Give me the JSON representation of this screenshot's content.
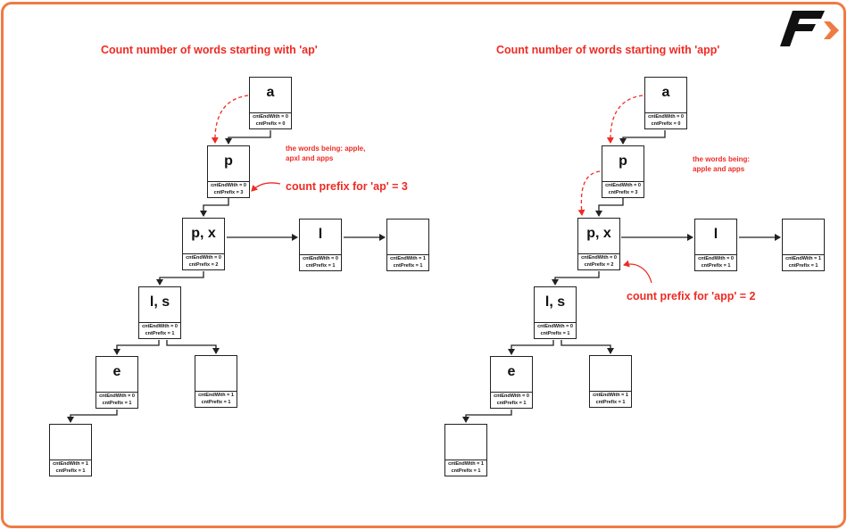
{
  "colors": {
    "accent": "#ee2b24",
    "frame": "#ee7b45",
    "node_border": "#222222"
  },
  "logo": {
    "icon": "f-arrow-logo-icon"
  },
  "left_panel": {
    "title": "Count number of words starting with 'ap'",
    "note_line1": "the words being: apple,",
    "note_line2": "apxl and apps",
    "callout": "count prefix for 'ap' = 3",
    "nodes": [
      {
        "label": "a",
        "end": "cntEndWith = 0",
        "prefix": "cntPrefix = 0"
      },
      {
        "label": "p",
        "end": "cntEndWith = 0",
        "prefix": "cntPrefix = 3"
      },
      {
        "label": "p, x",
        "end": "cntEndWith = 0",
        "prefix": "cntPrefix = 2"
      },
      {
        "label": "l",
        "end": "cntEndWith = 0",
        "prefix": "cntPrefix = 1"
      },
      {
        "label": "",
        "end": "cntEndWith = 1",
        "prefix": "cntPrefix = 1"
      },
      {
        "label": "l, s",
        "end": "cntEndWith = 0",
        "prefix": "cntPrefix = 1"
      },
      {
        "label": "e",
        "end": "cntEndWith = 0",
        "prefix": "cntPrefix = 1"
      },
      {
        "label": "",
        "end": "cntEndWith = 1",
        "prefix": "cntPrefix = 1"
      },
      {
        "label": "",
        "end": "cntEndWith = 1",
        "prefix": "cntPrefix = 1"
      }
    ]
  },
  "right_panel": {
    "title": "Count number of words starting with 'app'",
    "note_line1": "the words being:",
    "note_line2": "apple and apps",
    "callout": "count prefix for 'app' = 2",
    "nodes": [
      {
        "label": "a",
        "end": "cntEndWith = 0",
        "prefix": "cntPrefix = 0"
      },
      {
        "label": "p",
        "end": "cntEndWith = 0",
        "prefix": "cntPrefix = 3"
      },
      {
        "label": "p, x",
        "end": "cntEndWith = 0",
        "prefix": "cntPrefix = 2"
      },
      {
        "label": "l",
        "end": "cntEndWith = 0",
        "prefix": "cntPrefix = 1"
      },
      {
        "label": "",
        "end": "cntEndWith = 1",
        "prefix": "cntPrefix = 1"
      },
      {
        "label": "l, s",
        "end": "cntEndWith = 0",
        "prefix": "cntPrefix = 1"
      },
      {
        "label": "e",
        "end": "cntEndWith = 0",
        "prefix": "cntPrefix = 1"
      },
      {
        "label": "",
        "end": "cntEndWith = 1",
        "prefix": "cntPrefix = 1"
      },
      {
        "label": "",
        "end": "cntEndWith = 1",
        "prefix": "cntPrefix = 1"
      }
    ]
  }
}
